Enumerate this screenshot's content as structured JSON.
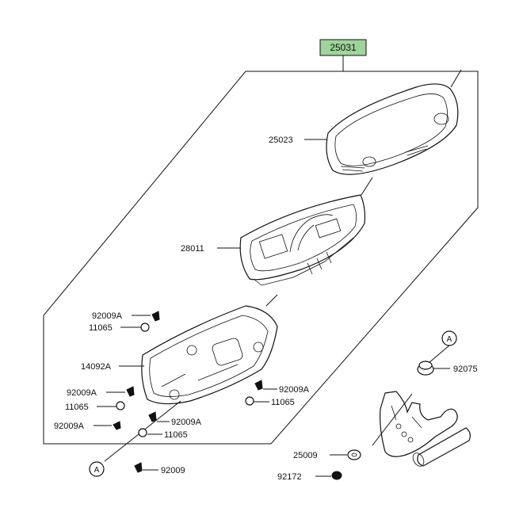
{
  "assembly": {
    "number": "25031",
    "highlight_color": "#9fd49a"
  },
  "labels": {
    "cover": "25023",
    "meter_unit": "28011",
    "case": "14092A",
    "screw_top": "92009A",
    "washer_top": "11065",
    "screw_left": "92009A",
    "washer_left": "11065",
    "screw_bottom_left": "92009A",
    "screw_mid": "92009A",
    "washer_mid": "11065",
    "screw_right": "92009A",
    "washer_right": "11065",
    "bracket_grommet": "92075",
    "bracket_washer": "25009",
    "bracket_bolt": "92172",
    "bottom_screw": "92009"
  },
  "refs": {
    "ref_a_left": "A",
    "ref_a_right": "A"
  },
  "icons": [
    "callout-circle-icon"
  ]
}
